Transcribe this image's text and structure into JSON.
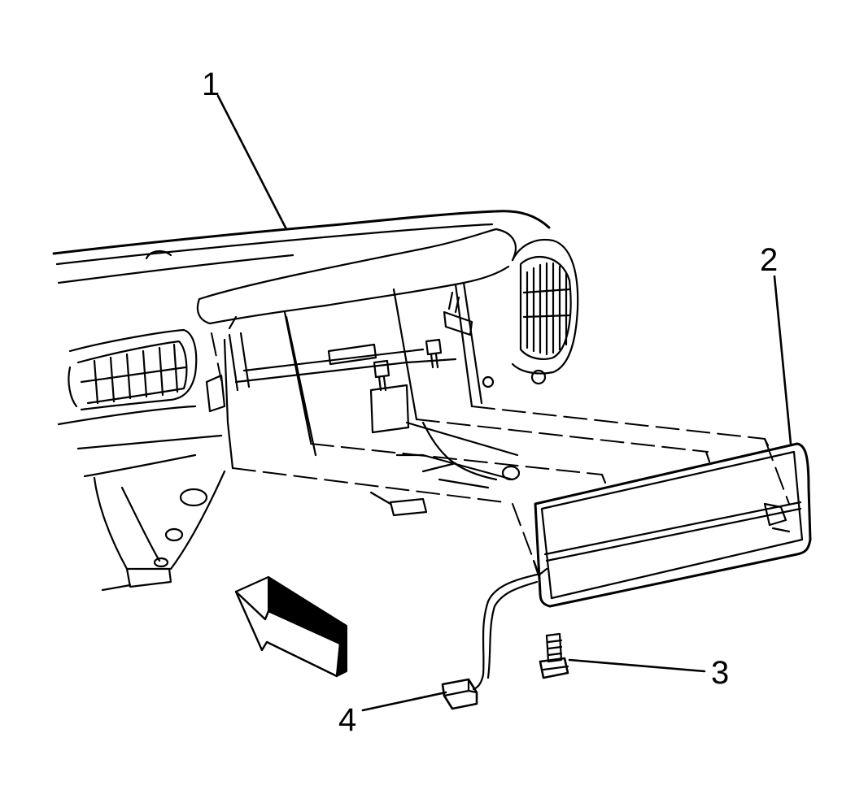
{
  "diagram": {
    "callouts": [
      {
        "id": "1",
        "label": "1"
      },
      {
        "id": "2",
        "label": "2"
      },
      {
        "id": "3",
        "label": "3"
      },
      {
        "id": "4",
        "label": "4"
      }
    ],
    "stroke_color": "#000000",
    "background": "#ffffff"
  }
}
